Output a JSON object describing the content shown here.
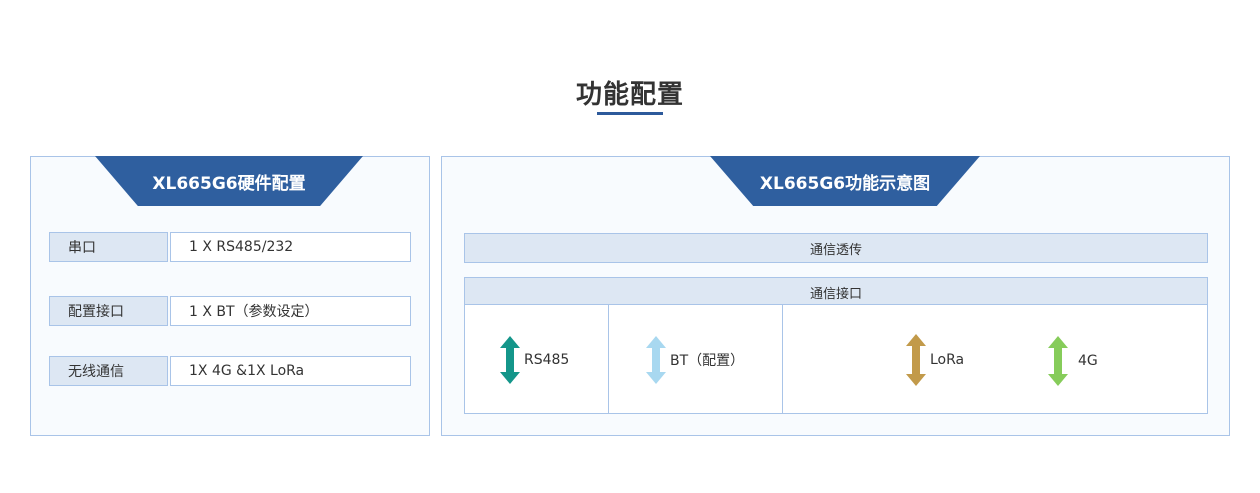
{
  "page": {
    "title": "功能配置"
  },
  "hardware": {
    "title": "XL665G6硬件配置",
    "rows": [
      {
        "label": "串口",
        "value": "1 X RS485/232"
      },
      {
        "label": "配置接口",
        "value": "1 X BT（参数设定）"
      },
      {
        "label": "无线通信",
        "value": "1X 4G &1X LoRa"
      }
    ]
  },
  "function": {
    "title": "XL665G6功能示意图",
    "transparent_label": "通信透传",
    "interface_label": "通信接口",
    "interfaces": [
      {
        "label": "RS485",
        "icon": "double-arrow-icon",
        "color": "#14968a"
      },
      {
        "label": "BT（配置）",
        "icon": "double-arrow-icon",
        "color": "#a8d8f0"
      },
      {
        "label": "LoRa",
        "icon": "double-arrow-icon",
        "color": "#c29a4a"
      },
      {
        "label": "4G",
        "icon": "double-arrow-icon",
        "color": "#86cc5a"
      }
    ]
  },
  "colors": {
    "accent": "#2f5f9f",
    "border": "#a9c4e8",
    "label_bg": "#dde7f3"
  }
}
